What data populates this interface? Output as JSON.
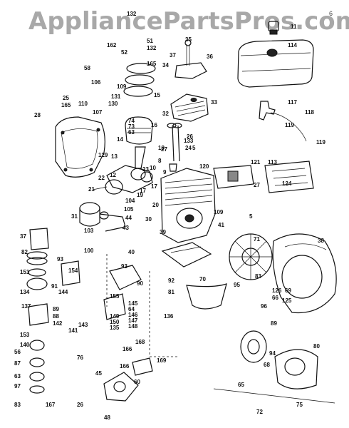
{
  "watermark": "AppliancePartsPros.com",
  "corner_mark": "6",
  "part_numbers": [
    "132",
    "51",
    "162",
    "52",
    "132",
    "165",
    "35",
    "37",
    "36",
    "58",
    "11",
    "114",
    "34",
    "106",
    "109",
    "131",
    "25",
    "165",
    "110",
    "130",
    "107",
    "15",
    "33",
    "28",
    "74",
    "73",
    "63",
    "16",
    "117",
    "118",
    "32",
    "119",
    "119",
    "14",
    "8",
    "24",
    "27",
    "26",
    "133",
    "17",
    "18",
    "5",
    "10",
    "129",
    "13",
    "23",
    "12",
    "9",
    "120",
    "22",
    "121",
    "113",
    "27",
    "21",
    "17",
    "19",
    "104",
    "105",
    "20",
    "109",
    "5",
    "31",
    "103",
    "43",
    "41",
    "30",
    "39",
    "40",
    "38",
    "70",
    "100",
    "44",
    "37",
    "93",
    "154",
    "82",
    "93",
    "151",
    "92",
    "91",
    "144",
    "90",
    "155",
    "134",
    "81",
    "145",
    "64",
    "146",
    "147",
    "148",
    "149",
    "150",
    "135",
    "136",
    "137",
    "153",
    "89",
    "88",
    "142",
    "141",
    "143",
    "140",
    "56",
    "87",
    "63",
    "97",
    "83",
    "95",
    "96",
    "126",
    "66",
    "125",
    "69",
    "89",
    "80",
    "94",
    "68",
    "65",
    "124",
    "71",
    "72",
    "168",
    "169",
    "166",
    "166",
    "60",
    "45",
    "48",
    "76",
    "75",
    "83",
    "167",
    "26"
  ]
}
